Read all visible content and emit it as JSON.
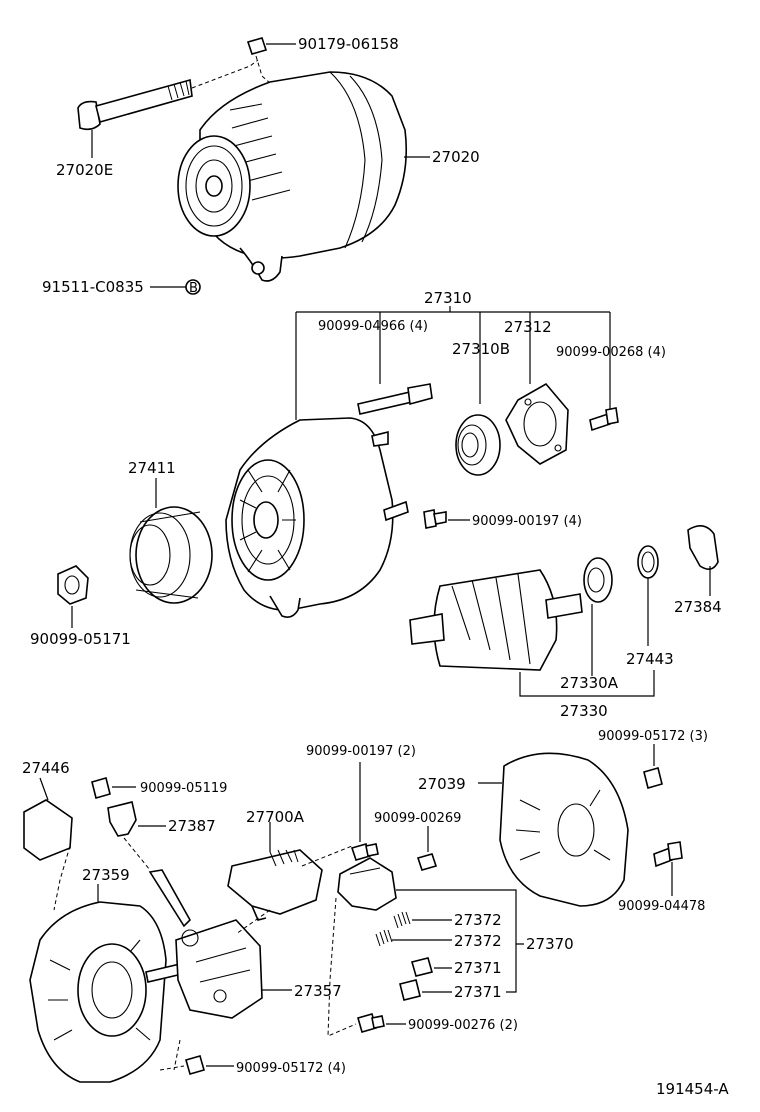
{
  "labels": {
    "l90179_06158": "90179-06158",
    "l27020E": "27020E",
    "l27020": "27020",
    "l91511_C0835": "91511-C0835",
    "l27310": "27310",
    "l90099_04966": "90099-04966 (4)",
    "l27312": "27312",
    "l27310B": "27310B",
    "l90099_00268": "90099-00268 (4)",
    "l27411": "27411",
    "l90099_00197_4": "90099-00197 (4)",
    "l27384": "27384",
    "l90099_05171": "90099-05171",
    "l27443": "27443",
    "l27330A": "27330A",
    "l27330": "27330",
    "l90099_00197_2": "90099-00197 (2)",
    "l90099_05172_3": "90099-05172 (3)",
    "l27446": "27446",
    "l90099_05119": "90099-05119",
    "l27039": "27039",
    "l27387": "27387",
    "l27700A": "27700A",
    "l90099_00269": "90099-00269",
    "l27359": "27359",
    "l90099_04478": "90099-04478",
    "l27372a": "27372",
    "l27372b": "27372",
    "l27370": "27370",
    "l27371a": "27371",
    "l27371b": "27371",
    "l27357": "27357",
    "l90099_00276": "90099-00276 (2)",
    "l90099_05172_4": "90099-05172 (4)",
    "l191454": "191454-A",
    "washer_letter": "B"
  }
}
